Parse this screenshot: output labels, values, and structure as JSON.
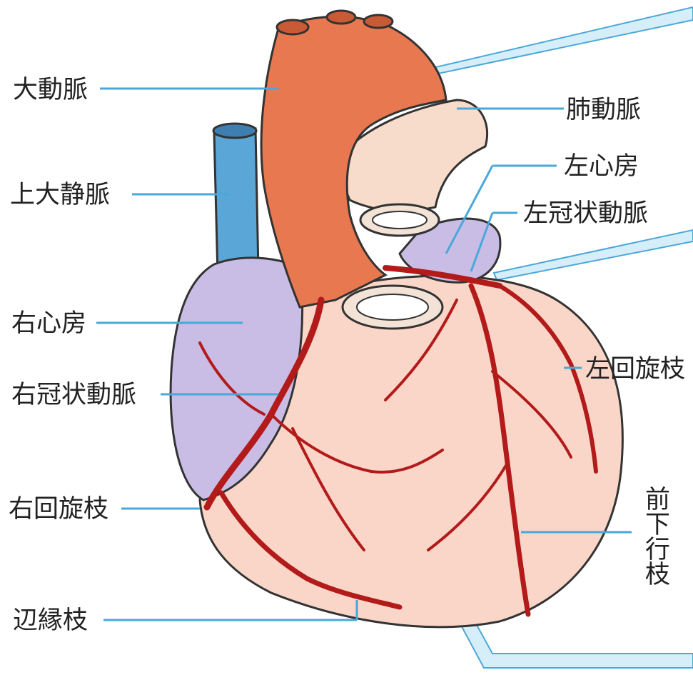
{
  "labels": {
    "aorta": "大動脈",
    "pulmonary_artery": "肺動脈",
    "superior_vena_cava": "上大静脈",
    "left_atrium": "左心房",
    "left_coronary_artery": "左冠状動脈",
    "right_atrium": "右心房",
    "right_coronary_artery": "右冠状動脈",
    "left_circumflex_branch": "左回旋枝",
    "right_circumflex_branch": "右回旋枝",
    "anterior_descending_branch": "前下行枝",
    "marginal_branch": "辺縁枝"
  },
  "colors": {
    "aorta": "#e8784f",
    "pulmonary_artery": "#f8dccb",
    "vena_cava": "#5aa6d6",
    "atrium": "#c9bde6",
    "ventricle": "#f9d6c8",
    "coronary": "#b31a1a",
    "leader_line": "#4aa8d8",
    "pointer": "#c7e6f6"
  }
}
